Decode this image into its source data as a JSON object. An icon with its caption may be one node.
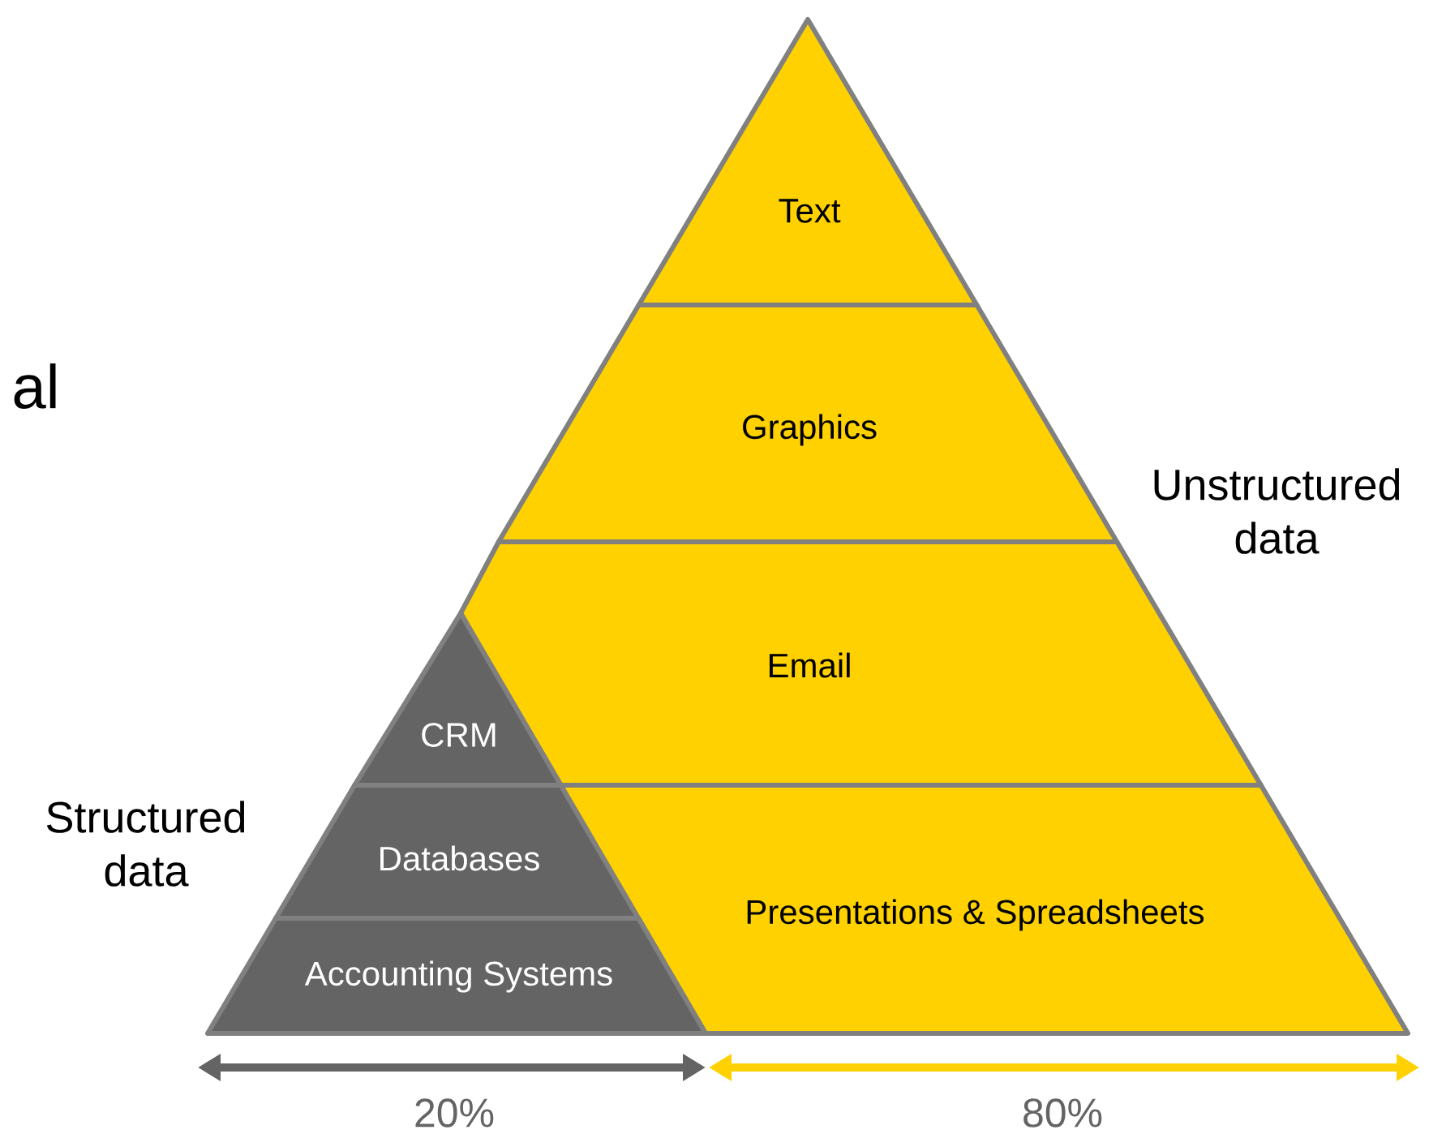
{
  "diagram": {
    "nodes": [
      {
        "text": [
          "Text"
        ]
      },
      {
        "text": [
          "Graphics"
        ]
      },
      {
        "text": [
          "Email"
        ]
      },
      {
        "text": [
          "CRM"
        ]
      },
      {
        "text": [
          "Databases"
        ]
      },
      {
        "text": [
          "Presentations & Spreadsheets"
        ]
      },
      {
        "text": [
          "Accounting Systems"
        ]
      }
    ],
    "labels": [
      "al",
      "Unstructured data",
      "Structured data",
      "20%",
      "80%"
    ]
  }
}
